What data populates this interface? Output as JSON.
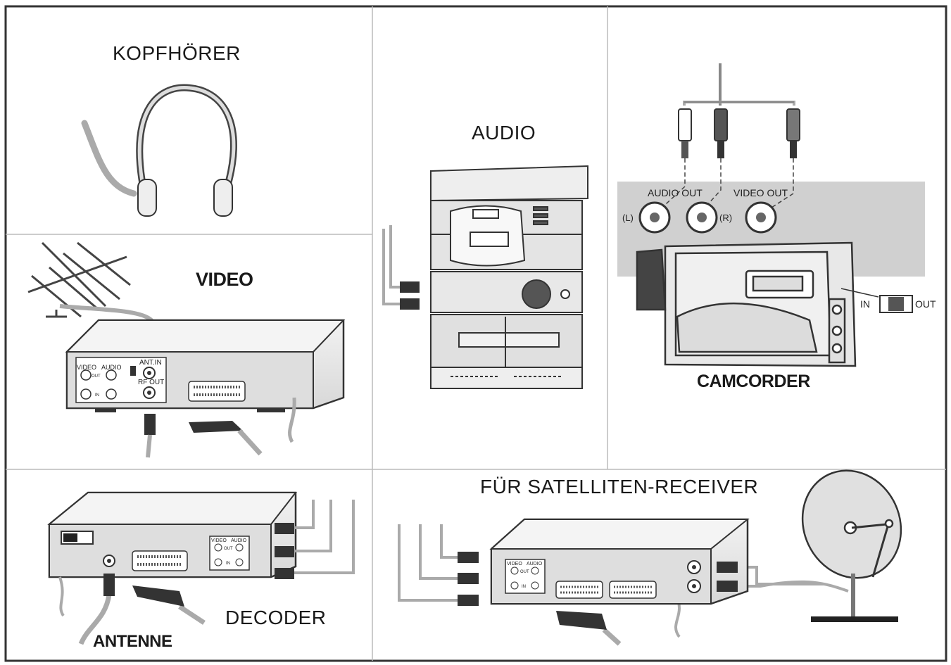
{
  "panels": {
    "headphones": {
      "title": "KOPFHÖRER"
    },
    "video": {
      "title": "VIDEO",
      "jacks": {
        "video": "VIDEO",
        "audio": "AUDIO",
        "out": "OUT",
        "in": "IN",
        "ant_in": "ANT.IN",
        "rf_out": "RF OUT"
      }
    },
    "audio": {
      "title": "AUDIO"
    },
    "camcorder": {
      "title": "CAMCORDER",
      "audio_out": "AUDIO OUT",
      "video_out": "VIDEO OUT",
      "left": "(L)",
      "right": "(R)",
      "switch_in": "IN",
      "switch_out": "OUT"
    },
    "decoder": {
      "title": "DECODER",
      "antenna": "ANTENNE",
      "video": "VIDEO",
      "audio": "AUDIO",
      "out": "OUT",
      "in": "IN"
    },
    "satellite": {
      "title": "FÜR SATELLITEN-RECEIVER",
      "video": "VIDEO",
      "audio": "AUDIO",
      "out": "OUT",
      "in": "IN"
    }
  },
  "colors": {
    "border": "#333333",
    "divider": "#bbbbbb",
    "device_fill": "#e6e6e6",
    "cable": "#aaaaaa",
    "band": "#d0d0d0"
  }
}
